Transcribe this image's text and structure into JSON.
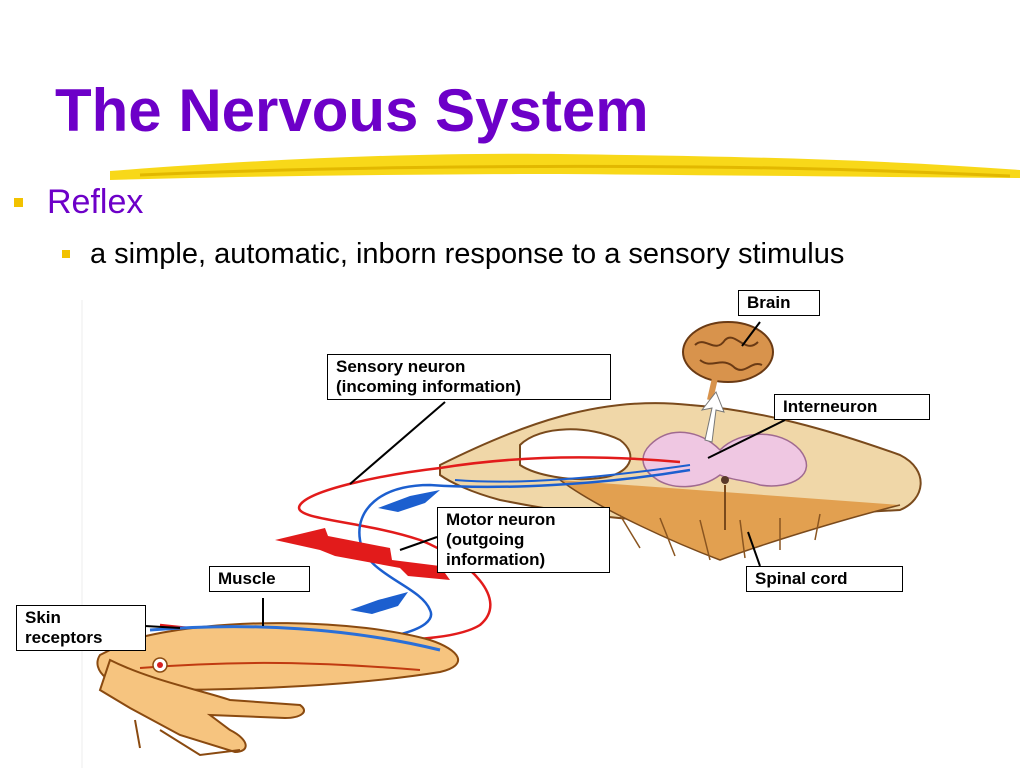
{
  "slide": {
    "title": "The Nervous System",
    "bullets": [
      {
        "text": "Reflex",
        "level": 1
      },
      {
        "text": "a simple, automatic, inborn response to a sensory stimulus",
        "level": 2
      }
    ],
    "accent_colors": {
      "title": "#6d00c8",
      "bullet": "#f2c200"
    }
  },
  "diagram": {
    "labels": {
      "brain": "Brain",
      "interneuron": "Interneuron",
      "sensory_neuron": "Sensory neuron\n(incoming information)",
      "motor_neuron": "Motor neuron\n(outgoing\ninformation)",
      "muscle": "Muscle",
      "spinal_cord": "Spinal cord",
      "skin_receptors": "Skin\nreceptors"
    }
  }
}
